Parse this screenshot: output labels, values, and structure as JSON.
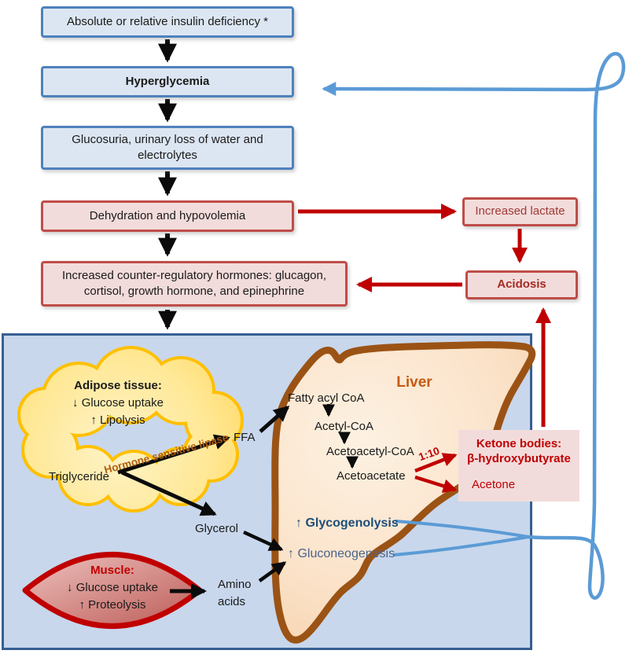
{
  "flowchart": {
    "insulin_deficiency": "Absolute or relative insulin deficiency *",
    "hyperglycemia": "Hyperglycemia",
    "glucosuria": "Glucosuria, urinary loss of water and electrolytes",
    "dehydration": "Dehydration and hypovolemia",
    "hormones": "Increased counter-regulatory hormones: glucagon, cortisol, growth hormone, and epinephrine",
    "increased_lactate": "Increased lactate",
    "acidosis": "Acidosis"
  },
  "adipose": {
    "title": "Adipose tissue:",
    "effect1": "↓ Glucose uptake",
    "effect2": "↑ Lipolysis",
    "triglyceride": "Triglyceride",
    "enzyme": "Hormone sensitive lipase",
    "ffa": "FFA",
    "glycerol": "Glycerol"
  },
  "muscle": {
    "title": "Muscle:",
    "effect1": "↓ Glucose uptake",
    "effect2": "↑ Proteolysis",
    "amino_line1": "Amino",
    "amino_line2": "acids"
  },
  "liver": {
    "title": "Liver",
    "fatty_acyl": "Fatty acyl CoA",
    "acetyl": "Acetyl-CoA",
    "acetoacetyl": "Acetoacetyl-CoA",
    "acetoacetate": "Acetoacetate",
    "ratio": "1:10",
    "glycogenolysis": "↑ Glycogenolysis",
    "gluconeogenesis": "↑ Gluconeogenesis"
  },
  "ketone": {
    "title": "Ketone bodies:",
    "bhb": "β-hydroxybutyrate",
    "acetone": "Acetone"
  },
  "colors": {
    "blue_box_fill": "#dce6f2",
    "blue_box_border": "#4f81bd",
    "pink_box_fill": "#f2dcdb",
    "pink_box_border": "#bf4d49",
    "panel_fill": "#c8d7ec",
    "panel_border": "#365f91",
    "red_arrow": "#c00000",
    "blue_arrow": "#5b9bd5",
    "cloud_border": "#ffc000",
    "liver_border": "#9b5315",
    "liver_title": "#c55a11",
    "muscle_border": "#c00000",
    "navy_text": "#1f4e79"
  }
}
